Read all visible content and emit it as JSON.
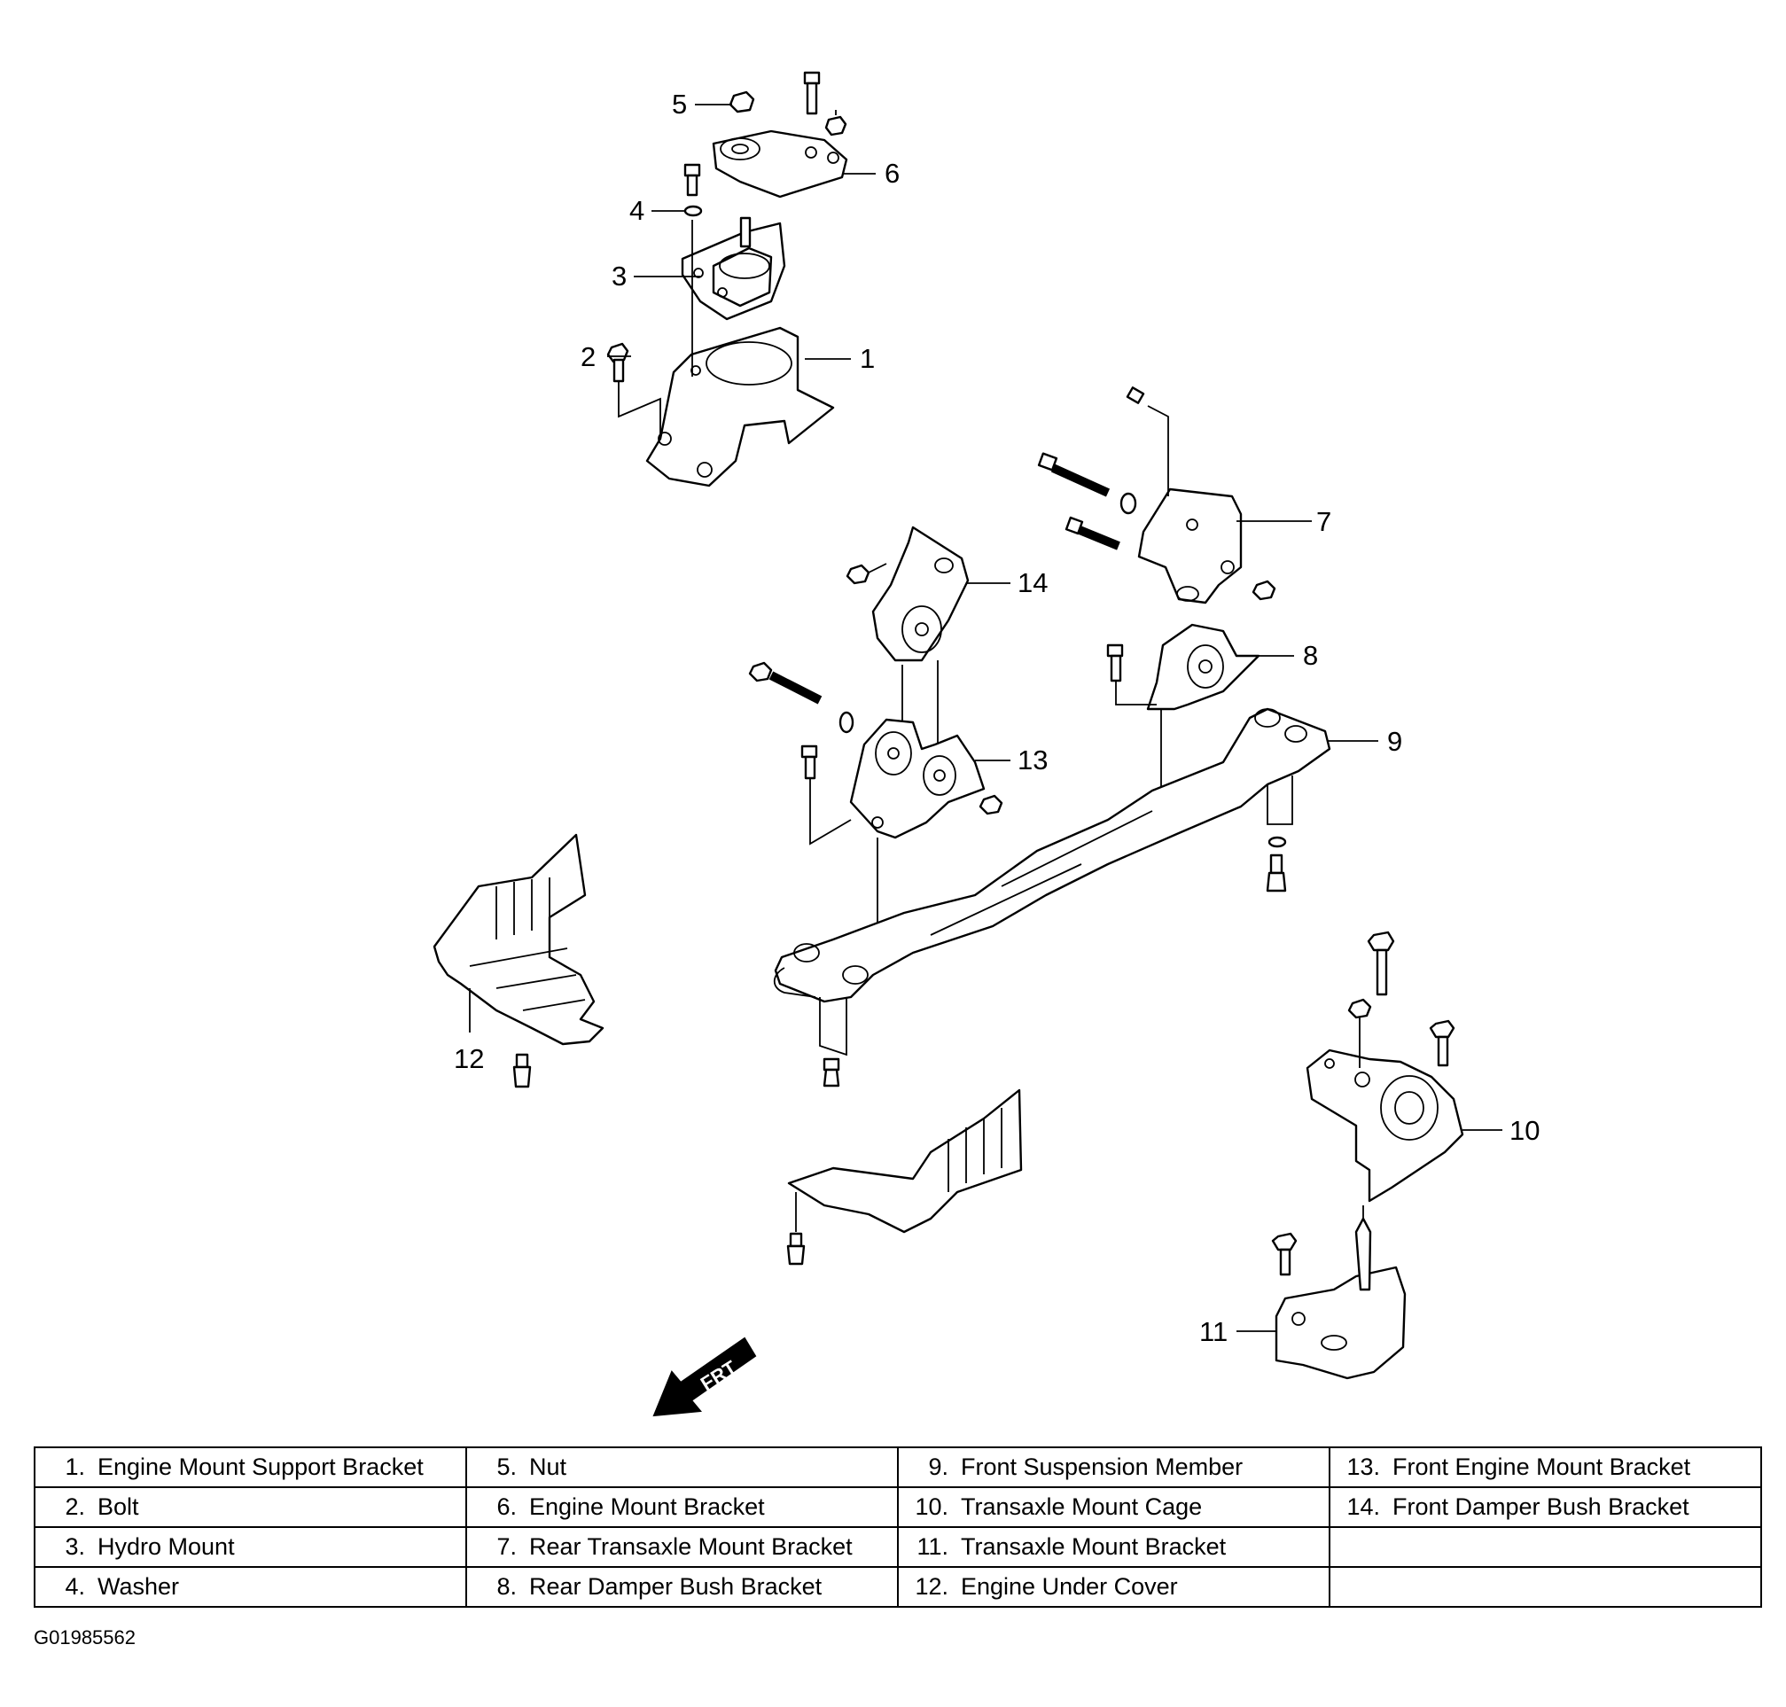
{
  "callouts": [
    {
      "num": "1"
    },
    {
      "num": "2"
    },
    {
      "num": "3"
    },
    {
      "num": "4"
    },
    {
      "num": "5"
    },
    {
      "num": "6"
    },
    {
      "num": "7"
    },
    {
      "num": "8"
    },
    {
      "num": "9"
    },
    {
      "num": "10"
    },
    {
      "num": "11"
    },
    {
      "num": "12"
    },
    {
      "num": "13"
    },
    {
      "num": "14"
    }
  ],
  "direction_arrow": {
    "label": "FRT"
  },
  "legend": {
    "columns": [
      [
        {
          "num": "1.",
          "label": "Engine Mount Support Bracket"
        },
        {
          "num": "2.",
          "label": "Bolt"
        },
        {
          "num": "3.",
          "label": "Hydro Mount"
        },
        {
          "num": "4.",
          "label": "Washer"
        }
      ],
      [
        {
          "num": "5.",
          "label": "Nut"
        },
        {
          "num": "6.",
          "label": "Engine Mount Bracket"
        },
        {
          "num": "7.",
          "label": "Rear Transaxle Mount Bracket"
        },
        {
          "num": "8.",
          "label": "Rear Damper Bush Bracket"
        }
      ],
      [
        {
          "num": "9.",
          "label": "Front Suspension Member"
        },
        {
          "num": "10.",
          "label": "Transaxle Mount Cage"
        },
        {
          "num": "11.",
          "label": "Transaxle Mount Bracket"
        },
        {
          "num": "12.",
          "label": "Engine Under Cover"
        }
      ],
      [
        {
          "num": "13.",
          "label": "Front Engine Mount Bracket"
        },
        {
          "num": "14.",
          "label": "Front Damper Bush Bracket"
        },
        {
          "num": "",
          "label": ""
        },
        {
          "num": "",
          "label": ""
        }
      ]
    ]
  },
  "figure_id": "G01985562"
}
